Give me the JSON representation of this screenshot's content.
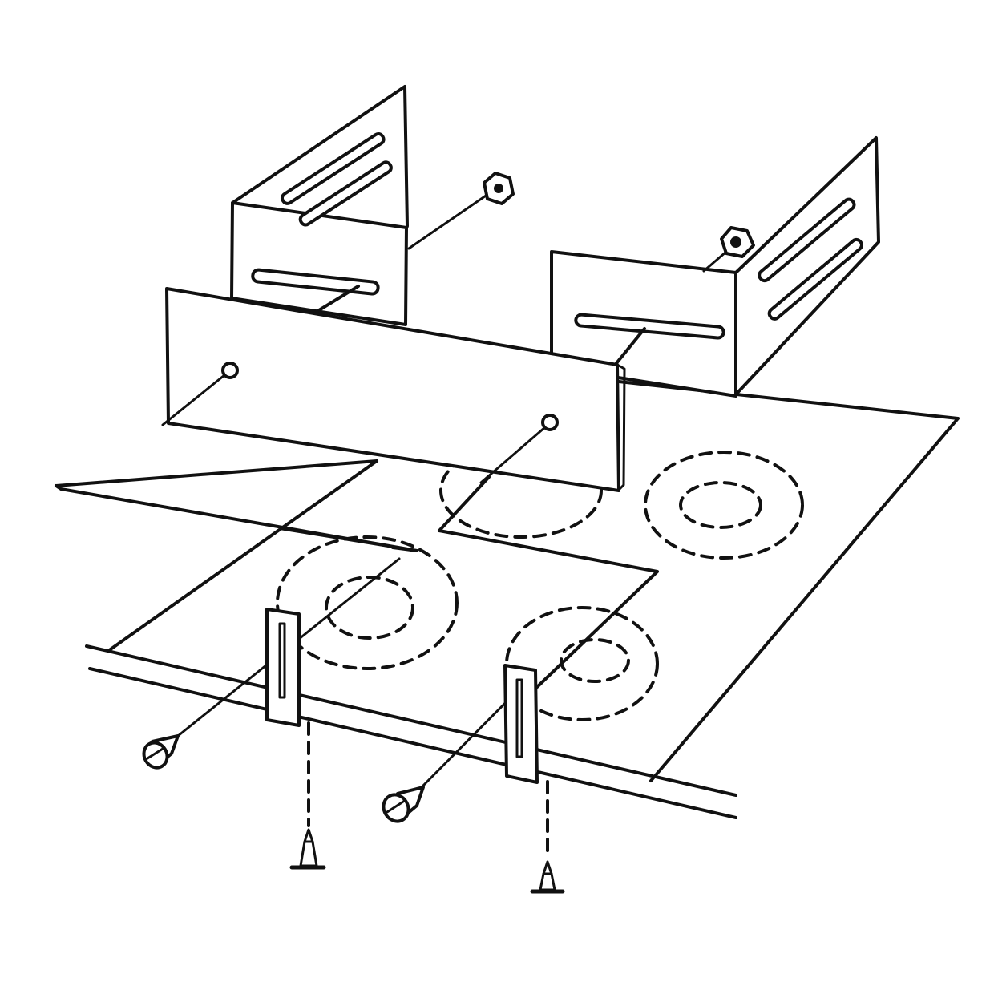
{
  "diagram": {
    "kind": "exploded assembly line drawing",
    "ink_color": "#111111",
    "background_color": "#ffffff",
    "parts": [
      {
        "name": "cooktop-surface",
        "count": 1
      },
      {
        "name": "burner-circle",
        "count": 4
      },
      {
        "name": "rear-splash-panel",
        "count": 1
      },
      {
        "name": "mounting-bracket",
        "count": 2
      },
      {
        "name": "hex-nut",
        "count": 2
      },
      {
        "name": "front-clip",
        "count": 2
      },
      {
        "name": "slotted-screw",
        "count": 2
      },
      {
        "name": "nail",
        "count": 2
      }
    ]
  }
}
